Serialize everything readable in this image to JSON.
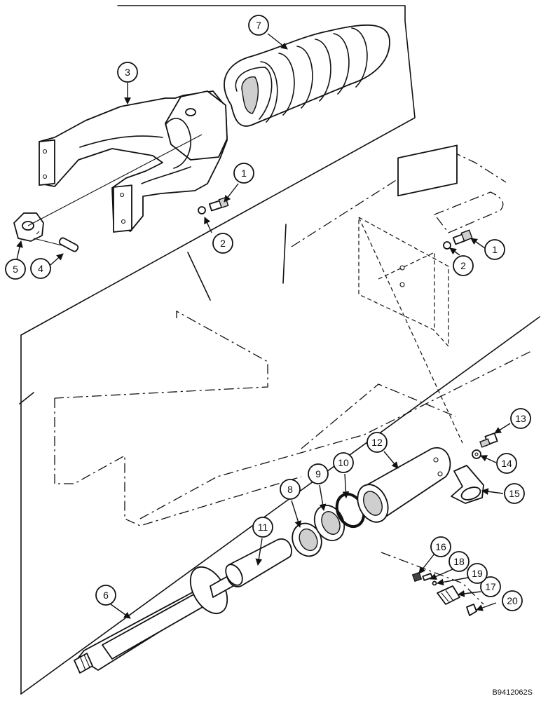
{
  "reference_code": "B9412062S",
  "callouts": [
    "1",
    "2",
    "3",
    "4",
    "5",
    "6",
    "7",
    "8",
    "9",
    "10",
    "11",
    "12",
    "13",
    "14",
    "15",
    "16",
    "17",
    "18",
    "19",
    "20",
    "1",
    "2"
  ]
}
